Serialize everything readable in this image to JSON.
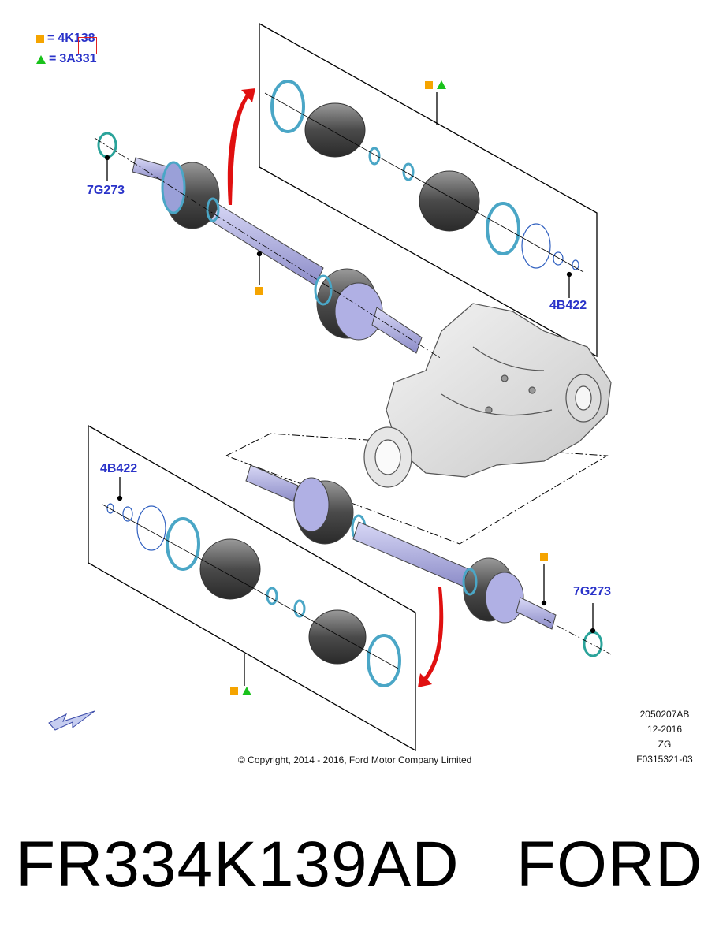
{
  "legend": [
    {
      "symbol": "orange-square",
      "code": "4K138"
    },
    {
      "symbol": "green-triangle",
      "code": "3A331"
    }
  ],
  "callouts": {
    "snap_ring_upper": "7G273",
    "clip_upper": "4B422",
    "clip_lower": "4B422",
    "snap_ring_lower": "7G273"
  },
  "meta": {
    "code": "2050207AB",
    "date": "12-2016",
    "region": "ZG",
    "figure_id": "F0315321-03"
  },
  "copyright": "© Copyright, 2014 - 2016, Ford Motor Company Limited",
  "footer": {
    "part_number": "FR334K139AD",
    "brand": "FORD"
  },
  "colors": {
    "callout_text": "#2a33c9",
    "square": "#f5a400",
    "triangle": "#19c21b",
    "arrow": "#e01010",
    "shaft": "#b4b4e8",
    "ring": "#4aa6c6"
  }
}
